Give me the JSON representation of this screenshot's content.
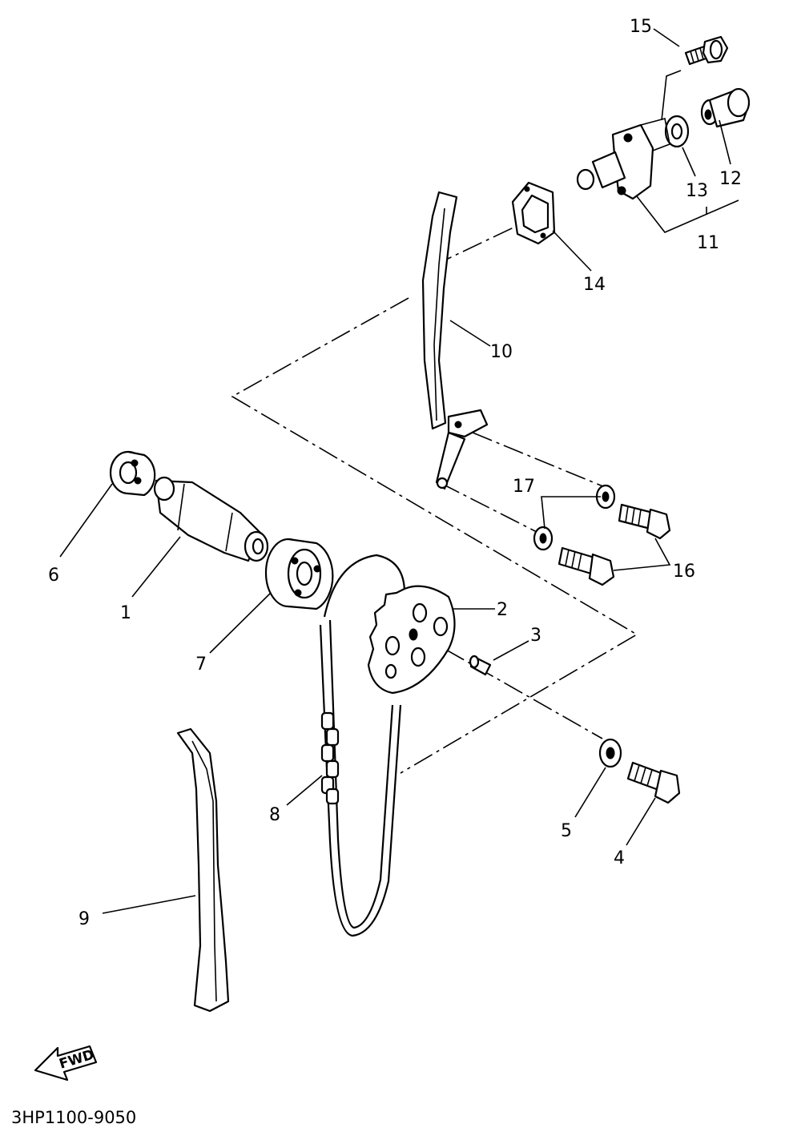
{
  "diagram": {
    "part_numbers": [
      "1",
      "2",
      "3",
      "4",
      "5",
      "6",
      "7",
      "8",
      "9",
      "10",
      "11",
      "12",
      "13",
      "14",
      "15",
      "16",
      "17"
    ],
    "fwd_label": "FWD",
    "drawing_code": "3HP1100-9050"
  }
}
